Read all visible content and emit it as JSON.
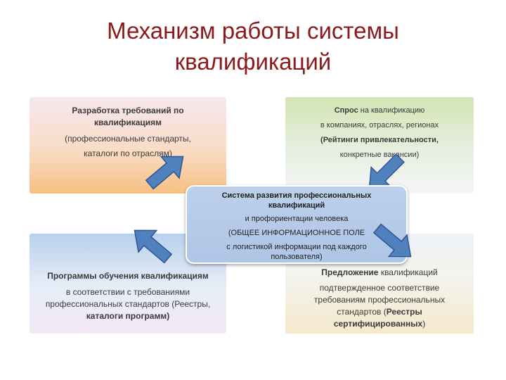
{
  "title": {
    "line1": "Механизм работы системы",
    "line2": "квалификаций"
  },
  "boxes": {
    "top_left": {
      "heading_l1": "Разработка требований по",
      "heading_l2": "квалификациям",
      "detail_l1": "(профессиональные стандарты,",
      "detail_l2": "каталоги по отраслям)"
    },
    "top_right": {
      "l1_bold": "Спрос",
      "l1_rest": " на квалификацию",
      "l2": "в компаниях, отраслях, регионах",
      "l3": "(Рейтинги привлекательности,",
      "l4": "конкретные вакансии)"
    },
    "bottom_left": {
      "heading": "Программы обучения квалификациям",
      "l2": "в соответствии с требованиями",
      "l3": "профессиональных стандартов (Реестры,",
      "l4": "каталоги программ)"
    },
    "bottom_right": {
      "l1_bold": "Предложение",
      "l1_rest": " квалификаций",
      "l2": "подтвержденное соответствие",
      "l3": "требованиям профессиональных",
      "l4a": "стандартов (",
      "l4b": "Реестры",
      "l5a": "сертифицированных",
      "l5b": ")"
    }
  },
  "center": {
    "l1": "Система развития профессиональных",
    "l2": "квалификаций",
    "l3": "и профориентации человека",
    "l4": "(ОБЩЕЕ ИНФОРМАЦИОННОЕ ПОЛЕ",
    "l5": "с логистикой информации под каждого",
    "l6": "пользователя)"
  },
  "colors": {
    "title": "#8b1a1a",
    "arrow_fill": "#4f81bd",
    "arrow_stroke": "#2f5597"
  }
}
